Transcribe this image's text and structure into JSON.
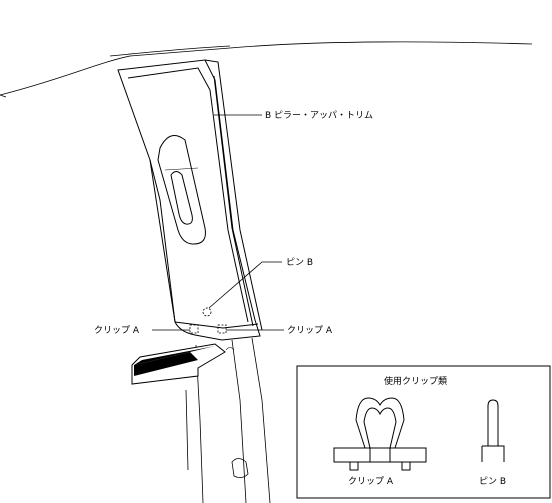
{
  "diagram": {
    "callouts": {
      "upper_trim": "B ピラー・アッパ・トリム",
      "pin_b": "ピン B",
      "clip_a_left": "クリップ A",
      "clip_a_right": "クリップ A"
    },
    "legend": {
      "title": "使用クリップ類",
      "clip_label": "クリップ A",
      "pin_label": "ピン B"
    }
  }
}
